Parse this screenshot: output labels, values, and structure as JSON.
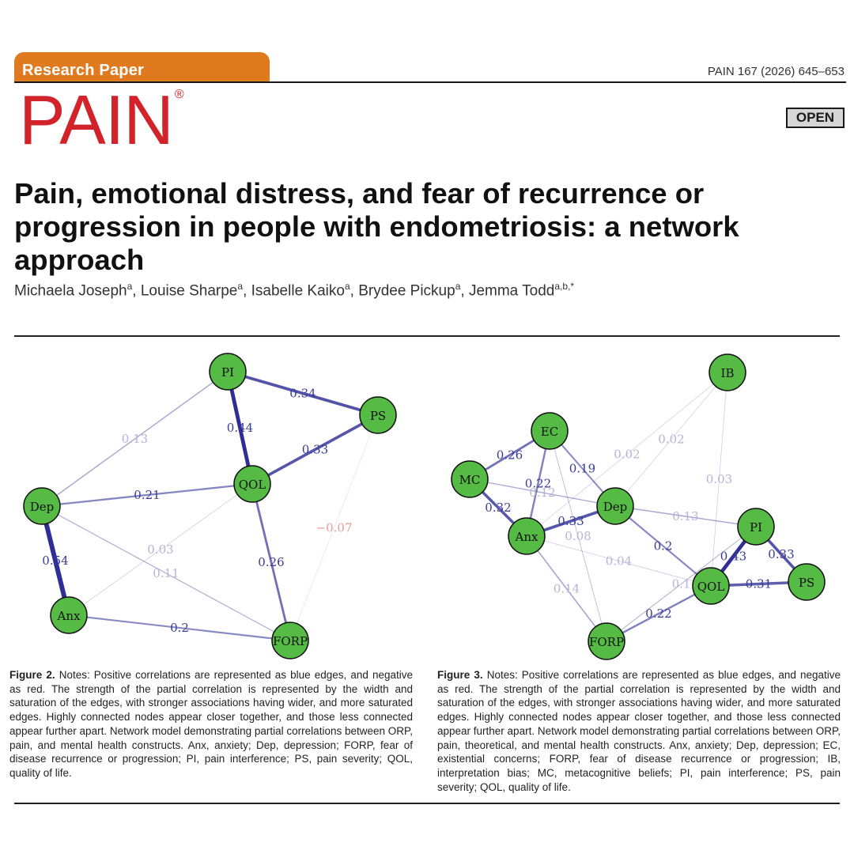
{
  "header": {
    "badge": "Research Paper",
    "journal": "PAIN",
    "registered_mark": "®",
    "citation": "PAIN 167 (2026) 645–653",
    "open_label": "OPEN",
    "brand_color": "#d2232a",
    "badge_color": "#e07a1f"
  },
  "article": {
    "title": "Pain, emotional distress, and fear of recurrence or progression in people with endometriosis: a network approach",
    "authors": [
      {
        "name": "Michaela Joseph",
        "aff": "a",
        "sep": ", "
      },
      {
        "name": "Louise Sharpe",
        "aff": "a",
        "sep": ", "
      },
      {
        "name": "Isabelle Kaiko",
        "aff": "a",
        "sep": ", "
      },
      {
        "name": "Brydee Pickup",
        "aff": "a",
        "sep": ", "
      },
      {
        "name": "Jemma Todd",
        "aff": "a,b,*",
        "sep": ""
      }
    ]
  },
  "figure2": {
    "label": "Figure 2.",
    "caption": "Notes: Positive correlations are represented as blue edges, and negative as red. The strength of the partial correlation is represented by the width and saturation of the edges, with stronger associations having wider, and more saturated edges. Highly connected nodes appear closer together, and those less connected appear further apart. Network model demonstrating partial correlations between ORP, pain, and mental health constructs. Anx, anxiety; Dep, depression; FORP, fear of disease recurrence or progression; PI, pain interference; PS, pain severity; QOL, quality of life.",
    "nodes": [
      "PI",
      "PS",
      "QOL",
      "Dep",
      "Anx",
      "FORP"
    ],
    "edges": [
      {
        "from": "PI",
        "to": "QOL",
        "weight": "0.44"
      },
      {
        "from": "PI",
        "to": "PS",
        "weight": "0.34"
      },
      {
        "from": "QOL",
        "to": "PS",
        "weight": "0.33"
      },
      {
        "from": "PI",
        "to": "Dep",
        "weight": "0.13"
      },
      {
        "from": "Dep",
        "to": "QOL",
        "weight": "0.21"
      },
      {
        "from": "Dep",
        "to": "Anx",
        "weight": "0.54"
      },
      {
        "from": "Anx",
        "to": "QOL",
        "weight": "0.03"
      },
      {
        "from": "QOL",
        "to": "FORP",
        "weight": "0.26"
      },
      {
        "from": "Anx",
        "to": "FORP",
        "weight": "0.2"
      },
      {
        "from": "PS",
        "to": "FORP",
        "weight": "−0.07"
      },
      {
        "from": "Dep",
        "to": "FORP",
        "weight": "0.11"
      }
    ]
  },
  "figure3": {
    "label": "Figure 3.",
    "caption": "Notes: Positive correlations are represented as blue edges, and negative as red. The strength of the partial correlation is represented by the width and saturation of the edges, with stronger associations having wider, and more saturated edges. Highly connected nodes appear closer together, and those less connected appear further apart. Network model demonstrating partial correlations between ORP, pain, theoretical, and mental health constructs. Anx, anxiety; Dep, depression; EC, existential concerns; FORP, fear of disease recurrence or progression; IB, interpretation bias; MC, metacognitive beliefs; PI, pain interference; PS, pain severity; QOL, quality of life.",
    "nodes": [
      "IB",
      "EC",
      "MC",
      "Dep",
      "Anx",
      "PI",
      "QOL",
      "PS",
      "FORP"
    ],
    "edges": [
      {
        "from": "MC",
        "to": "EC",
        "weight": "0.26"
      },
      {
        "from": "MC",
        "to": "Anx",
        "weight": "0.32"
      },
      {
        "from": "EC",
        "to": "Anx",
        "weight": "0.22"
      },
      {
        "from": "EC",
        "to": "Dep",
        "weight": "0.19"
      },
      {
        "from": "MC",
        "to": "Dep",
        "weight": "0.12"
      },
      {
        "from": "Anx",
        "to": "Dep",
        "weight": "0.33"
      },
      {
        "from": "Dep",
        "to": "PI",
        "weight": "0.13"
      },
      {
        "from": "Dep",
        "to": "QOL",
        "weight": "0.2"
      },
      {
        "from": "PI",
        "to": "QOL",
        "weight": "0.43"
      },
      {
        "from": "PI",
        "to": "PS",
        "weight": "0.33"
      },
      {
        "from": "QOL",
        "to": "PS",
        "weight": "0.31"
      },
      {
        "from": "FORP",
        "to": "QOL",
        "weight": "0.22"
      },
      {
        "from": "Anx",
        "to": "FORP",
        "weight": "0.14"
      },
      {
        "from": "EC",
        "to": "FORP",
        "weight": "0.08"
      },
      {
        "from": "Anx",
        "to": "QOL",
        "weight": "0.04"
      },
      {
        "from": "IB",
        "to": "Dep",
        "weight": "0.02"
      },
      {
        "from": "IB",
        "to": "Anx",
        "weight": "0.02"
      },
      {
        "from": "IB",
        "to": "QOL",
        "weight": "0.03"
      },
      {
        "from": "FORP",
        "to": "PI",
        "weight": "0.1"
      }
    ]
  }
}
